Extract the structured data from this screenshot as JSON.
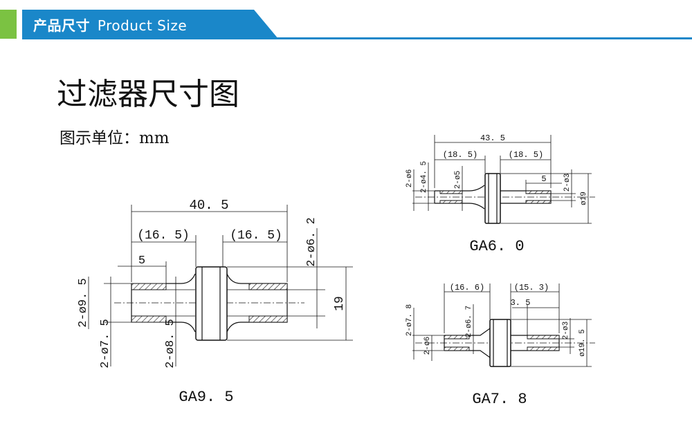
{
  "header": {
    "title_cn": "产品尺寸",
    "title_en": "Product Size",
    "accent_color": "#7bc242",
    "bar_color": "#1a87c9"
  },
  "page": {
    "title": "过滤器尺寸图",
    "unit_label": "图示单位：mm"
  },
  "drawings": {
    "ga95": {
      "caption": "GA9. 5",
      "dim_overall": "40. 5",
      "dim_left": "(16. 5)",
      "dim_right": "(16. 5)",
      "dim_barb": "5",
      "dim_port_od": "2-ø9. 5",
      "dim_port_id": "2-ø7. 5",
      "dim_neck": "2-ø8. 5",
      "dim_hole": "2-ø6. 2",
      "dim_body": "19"
    },
    "ga60": {
      "caption": "GA6. 0",
      "dim_overall": "43. 5",
      "dim_left": "(18. 5)",
      "dim_right": "(18. 5)",
      "dim_barb": "5",
      "dim_od": "2-ø6",
      "dim_id": "2-ø4. 5",
      "dim_neck": "2-ø5",
      "dim_hole": "2-ø3",
      "dim_body": "ø19"
    },
    "ga78": {
      "caption": "GA7. 8",
      "dim_left": "(16. 6)",
      "dim_right": "(15. 3)",
      "dim_barb": "3. 5",
      "dim_od": "2-ø7. 8",
      "dim_id": "2-ø6",
      "dim_neck": "2-ø6. 7",
      "dim_hole": "2-ø3",
      "dim_body": "ø19. 5"
    }
  }
}
